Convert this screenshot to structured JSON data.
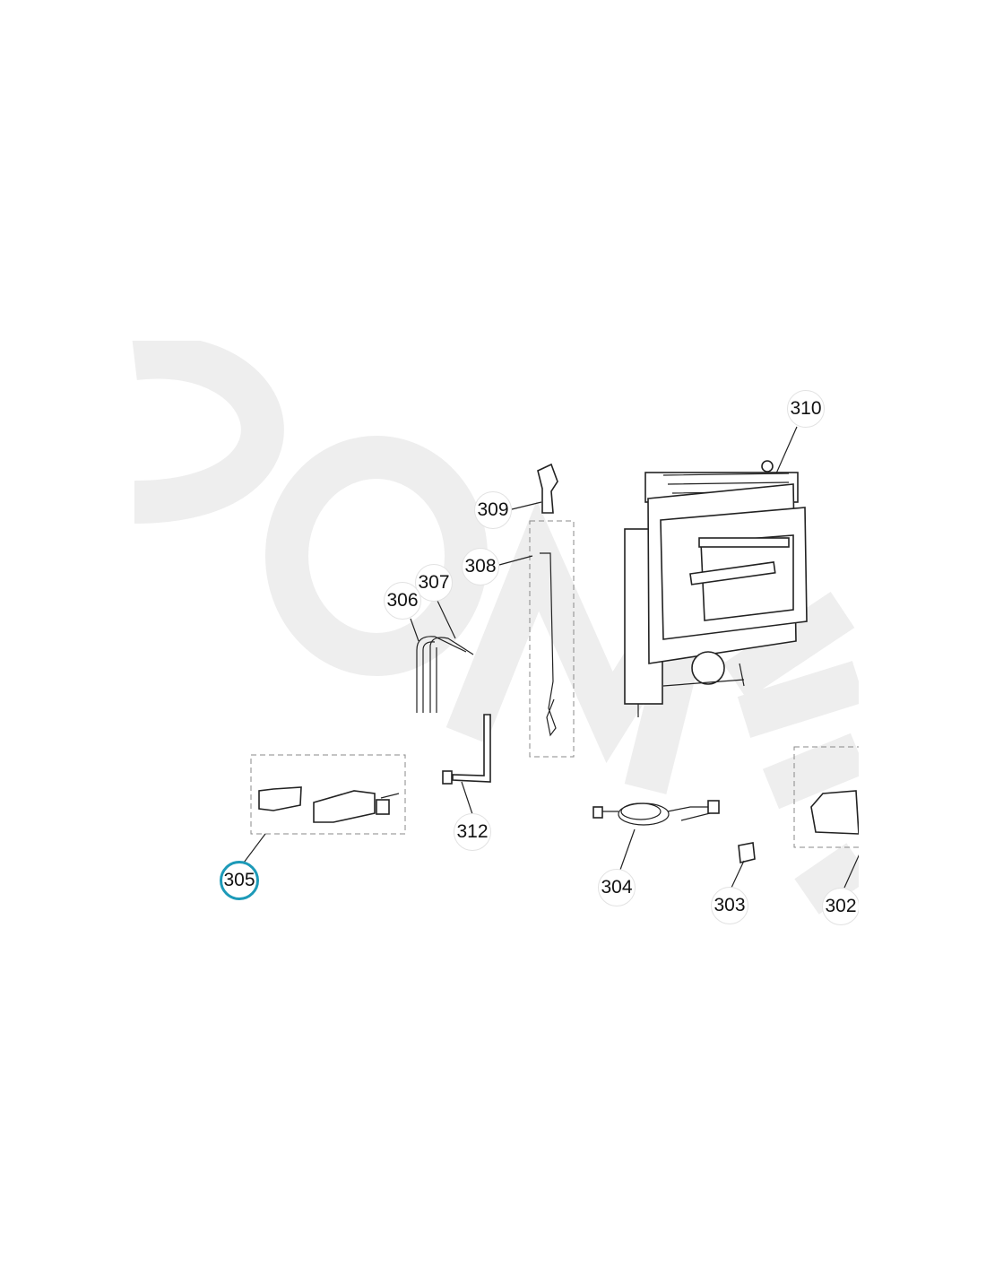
{
  "watermark": "DOMETIC",
  "accent_color": "#1d9ab8",
  "callouts": [
    {
      "id": "310",
      "label": "310"
    },
    {
      "id": "309",
      "label": "309"
    },
    {
      "id": "308",
      "label": "308"
    },
    {
      "id": "307",
      "label": "307"
    },
    {
      "id": "306",
      "label": "306"
    },
    {
      "id": "312",
      "label": "312"
    },
    {
      "id": "305",
      "label": "305",
      "selected": true
    },
    {
      "id": "304",
      "label": "304"
    },
    {
      "id": "303",
      "label": "303"
    },
    {
      "id": "302",
      "label": "302"
    }
  ]
}
